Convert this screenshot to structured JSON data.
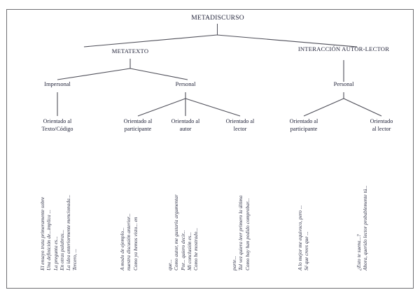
{
  "diagram": {
    "type": "hierarchy-tree",
    "root": {
      "label": "METADISCURSO"
    },
    "branches": [
      {
        "id": "metatexto",
        "label": "METATEXTO"
      },
      {
        "id": "interaccion",
        "label": "INTERACCIÓN AUTOR-LECTOR"
      }
    ],
    "level2": [
      {
        "id": "metatexto-impersonal",
        "label": "Impersonal",
        "parent": "metatexto"
      },
      {
        "id": "metatexto-personal",
        "label": "Personal",
        "parent": "metatexto"
      },
      {
        "id": "interaccion-personal",
        "label": "Personal",
        "parent": "interaccion"
      }
    ],
    "leaves": [
      {
        "id": "leaf-texto-codigo",
        "line1": "Orientado al",
        "line2": "Texto/Código",
        "parent": "metatexto-impersonal"
      },
      {
        "id": "leaf-participante-1",
        "line1": "Orientado al",
        "line2": "participante",
        "parent": "metatexto-personal"
      },
      {
        "id": "leaf-autor",
        "line1": "Orientado al",
        "line2": "autor",
        "parent": "metatexto-personal"
      },
      {
        "id": "leaf-lector-1",
        "line1": "Orientado al",
        "line2": "lector",
        "parent": "metatexto-personal"
      },
      {
        "id": "leaf-participante-2",
        "line1": "Orientado al",
        "line2": "participante",
        "parent": "interaccion-personal"
      },
      {
        "id": "leaf-lector-2",
        "line1": "Orientado",
        "line2": "al lector",
        "parent": "interaccion-personal"
      }
    ],
    "examples": [
      {
        "leaf": "leaf-texto-codigo",
        "phrases": [
          "Tercero, ...",
          "La idea anteriormente mencionada...",
          "En otras palabras...",
          "La pregunta es...",
          "Una definición de...implica ...",
          "El ensayo trata primeramente sobre"
        ]
      },
      {
        "leaf": "leaf-participante-1",
        "phrases": [
          "Como ya hemos visto... en",
          "nuestra discusión anterior...",
          "A modo de ejemplo..."
        ]
      },
      {
        "leaf": "leaf-autor",
        "phrases": [
          "Como he mostrado...",
          "Mi conclusión es...",
          "Por... quiero decir...",
          "Como autor, me gustaría argumentar",
          "que..."
        ]
      },
      {
        "leaf": "leaf-lector-1",
        "phrases": [
          "Como hay han podido comprobar...",
          "Tal vez quiera leer primero la última",
          "parte..."
        ]
      },
      {
        "leaf": "leaf-participante-2",
        "phrases": [
          "Sé que crees que ...",
          "A lo mejor me equivoco, pero ..."
        ]
      },
      {
        "leaf": "leaf-lector-2",
        "phrases": [
          "Ahora, querido lector probablemente tú...",
          "¿Esto te suena...?"
        ]
      }
    ],
    "colors": {
      "frame": "#6e6e72",
      "line": "#4e4e58",
      "text": "#22243a"
    }
  }
}
